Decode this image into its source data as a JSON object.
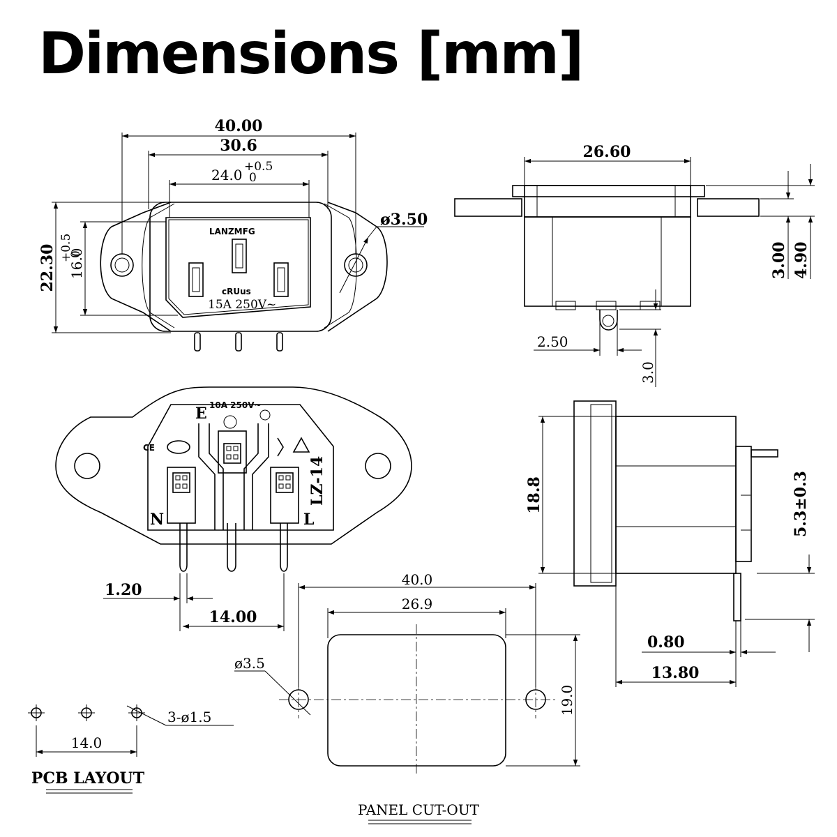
{
  "title": "Dimensions [mm]",
  "front_view": {
    "dim_overall_width": "40.00",
    "dim_hole_spacing": "30.6",
    "dim_socket_width": "24.0",
    "dim_socket_width_tol": "+0.5",
    "dim_socket_width_tol_lower": "0",
    "dim_overall_height": "22.30",
    "dim_socket_height": "16.0",
    "dim_socket_height_tol": "+0.5",
    "dim_socket_height_tol_lower": "0",
    "dim_hole_diameter": "ø3.50",
    "marking_brand": "LANZMFG",
    "marking_rating": "15A 250V~",
    "marking_cert": "cRUus"
  },
  "top_view": {
    "dim_body_width": "26.60",
    "dim_flange_thickness": "3.00",
    "dim_total_thickness": "4.90",
    "dim_pin_offset": "2.50",
    "dim_pin_length": "3.0"
  },
  "rear_view": {
    "marking_rating": "10A 250V~",
    "label_earth": "E",
    "label_neutral": "N",
    "label_live": "L",
    "model": "LZ-14",
    "cert_ce": "CE",
    "dim_pin_width": "1.20",
    "dim_pin_spacing": "14.00"
  },
  "side_view": {
    "dim_height": "18.8",
    "dim_pin_position": "5.3±0.3",
    "dim_pin_thickness": "0.80",
    "dim_depth": "13.80"
  },
  "panel_cutout": {
    "dim_hole_spacing": "40.0",
    "dim_cutout_width": "26.9",
    "dim_cutout_height": "19.0",
    "dim_hole_diameter": "ø3.5",
    "caption": "PANEL CUT-OUT"
  },
  "pcb_layout": {
    "dim_holes": "3-ø1.5",
    "dim_spacing": "14.0",
    "caption": "PCB LAYOUT"
  }
}
